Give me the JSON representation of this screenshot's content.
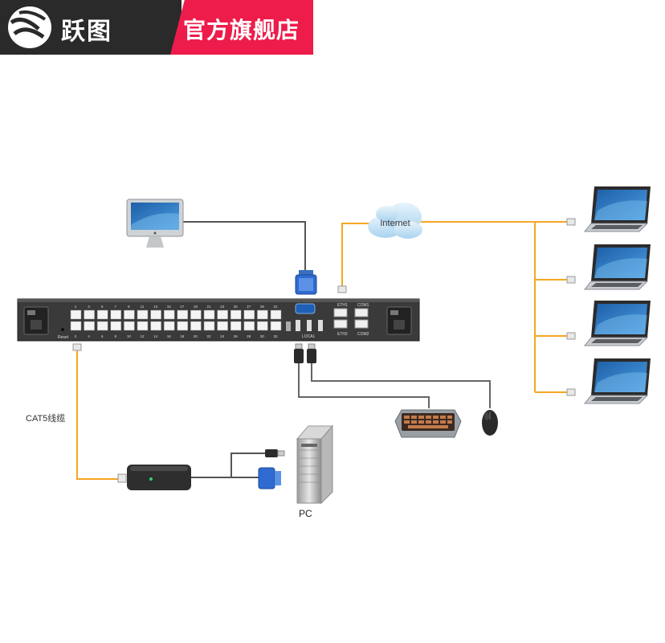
{
  "banner": {
    "brand_name": "跃图",
    "store_label": "官方旗舰店"
  },
  "diagram": {
    "cloud_label": "Internet",
    "cable_label": "CAT5线缆",
    "pc_label": "PC",
    "device": {
      "reset_label": "Reset",
      "local_label": "LOCAL",
      "eth1_label": "ETH1",
      "eth2_label": "ETH2",
      "com1_label": "COM1",
      "com2_label": "COM2",
      "port_numbers_top": [
        "1",
        "3",
        "5",
        "7",
        "9",
        "11",
        "13",
        "15",
        "17",
        "19",
        "21",
        "23",
        "25",
        "27",
        "29",
        "31"
      ],
      "port_numbers_bottom": [
        "2",
        "4",
        "6",
        "8",
        "10",
        "12",
        "14",
        "16",
        "18",
        "20",
        "22",
        "24",
        "26",
        "28",
        "30",
        "32"
      ]
    },
    "laptop_count": 4
  },
  "colors": {
    "banner_dark": "#2a2a2a",
    "banner_red": "#ed1c4b",
    "cable_orange": "#f5a623",
    "cable_grey": "#555555",
    "device_body": "#3a3a3a"
  }
}
